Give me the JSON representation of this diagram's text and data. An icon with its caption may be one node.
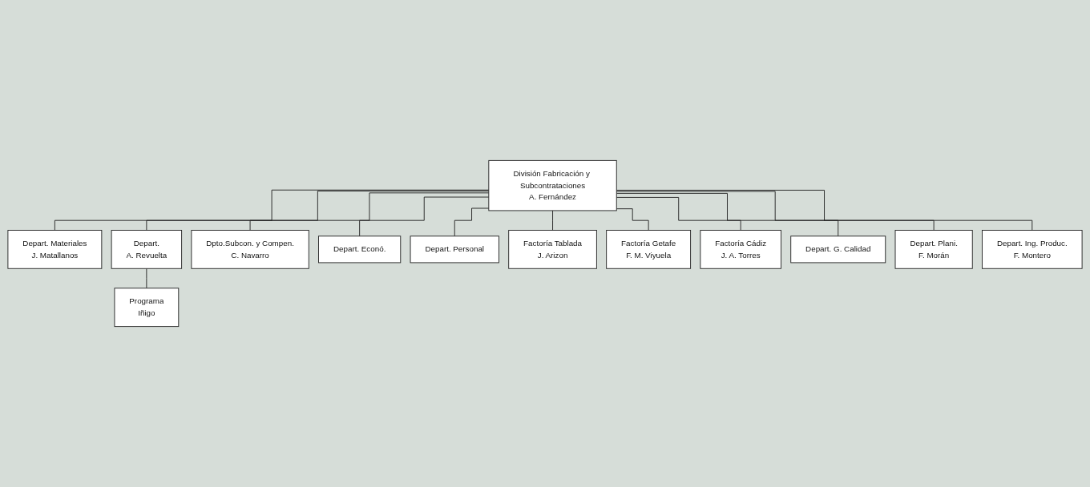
{
  "diagram": {
    "nodes": [
      {
        "text": [
          "División Fabricación y Subcontrataciones",
          "A. Fernández"
        ]
      },
      {
        "text": [
          "Depart. Materiales",
          "J. Matallanos"
        ]
      },
      {
        "text": [
          "Depart.",
          "A. Revuelta"
        ]
      },
      {
        "text": [
          "Programa",
          "Iñigo"
        ]
      },
      {
        "text": [
          "Dpto.Subcon. y Compen.",
          "C. Navarro"
        ]
      },
      {
        "text": [
          "Depart. Econó."
        ]
      },
      {
        "text": [
          "Depart. Personal"
        ]
      },
      {
        "text": [
          "Factoría Tablada",
          "J. Arizon"
        ]
      },
      {
        "text": [
          "Factoría Getafe",
          "F. M. Viyuela"
        ]
      },
      {
        "text": [
          "Factoría Cádiz",
          "J. A. Torres"
        ]
      },
      {
        "text": [
          "Depart. G. Calidad"
        ]
      },
      {
        "text": [
          "Depart. Plani.",
          "F. Morán"
        ]
      },
      {
        "text": [
          "Depart. Ing. Produc.",
          "F. Montero"
        ]
      }
    ],
    "edges": [
      {
        "from": 0,
        "to": 1,
        "arrow": "none"
      },
      {
        "from": 0,
        "to": 2,
        "arrow": "none"
      },
      {
        "from": 2,
        "to": 3,
        "arrow": "none"
      },
      {
        "from": 0,
        "to": 4,
        "arrow": "none"
      },
      {
        "from": 0,
        "to": 5,
        "arrow": "none"
      },
      {
        "from": 0,
        "to": 6,
        "arrow": "none"
      },
      {
        "from": 0,
        "to": 7,
        "arrow": "none"
      },
      {
        "from": 0,
        "to": 8,
        "arrow": "none"
      },
      {
        "from": 0,
        "to": 9,
        "arrow": "none"
      },
      {
        "from": 0,
        "to": 10,
        "arrow": "none"
      },
      {
        "from": 0,
        "to": 11,
        "arrow": "none"
      },
      {
        "from": 0,
        "to": 12,
        "arrow": "none"
      }
    ]
  }
}
